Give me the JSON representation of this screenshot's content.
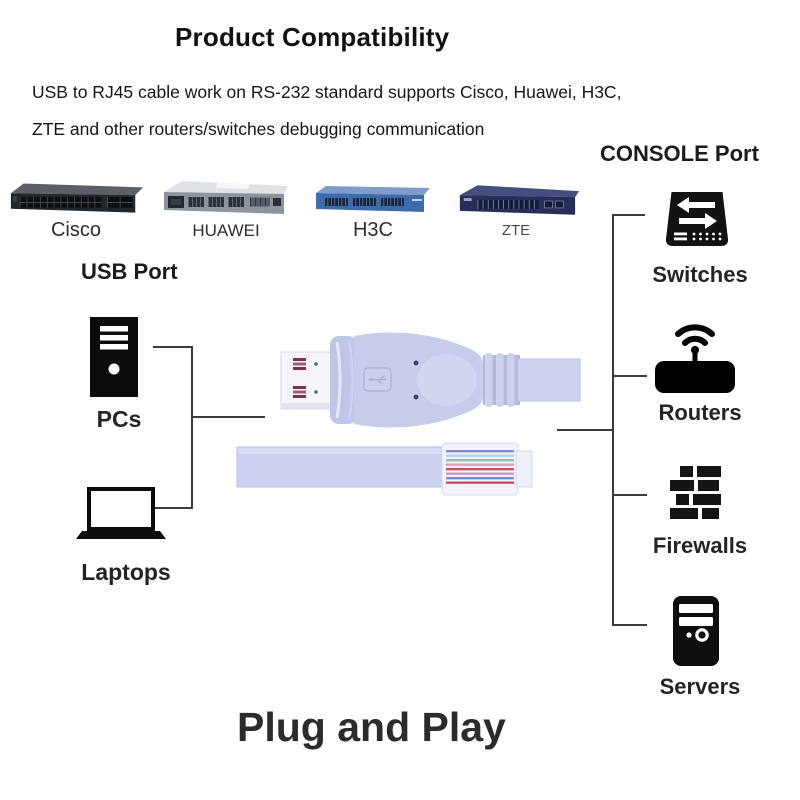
{
  "page": {
    "title": "Product Compatibility",
    "description_line1": "USB to RJ45 cable work on RS-232 standard supports Cisco, Huawei, H3C,",
    "description_line2": "ZTE and other routers/switches debugging communication",
    "footer": "Plug and Play"
  },
  "usb_side": {
    "heading": "USB Port",
    "devices": [
      {
        "label": "PCs",
        "icon": "desktop-pc-icon"
      },
      {
        "label": "Laptops",
        "icon": "laptop-icon"
      }
    ]
  },
  "console_side": {
    "heading": "CONSOLE Port",
    "devices": [
      {
        "label": "Switches",
        "icon": "network-switch-icon"
      },
      {
        "label": "Routers",
        "icon": "wireless-router-icon"
      },
      {
        "label": "Firewalls",
        "icon": "firewall-icon"
      },
      {
        "label": "Servers",
        "icon": "server-tower-icon"
      }
    ]
  },
  "compatible_brands": [
    {
      "name": "Cisco",
      "device_color": "#23272c"
    },
    {
      "name": "HUAWEI",
      "device_color": "#8d949d"
    },
    {
      "name": "H3C",
      "device_color": "#3e6bac"
    },
    {
      "name": "ZTE",
      "device_color": "#272f58"
    }
  ],
  "cable": {
    "description": "USB to RJ45 console cable",
    "body_color": "#c6ccea",
    "ribbon_color": "#cbd1ee"
  }
}
